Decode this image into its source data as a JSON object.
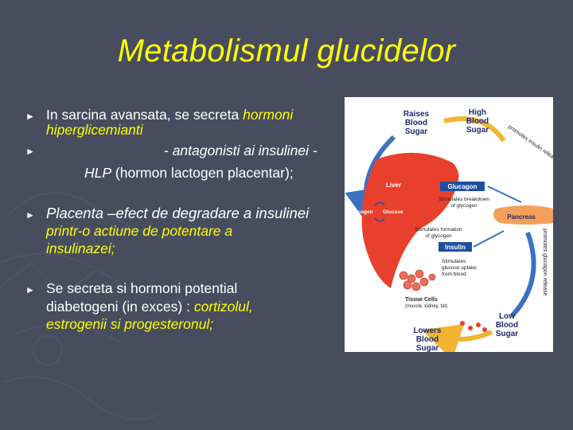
{
  "slide": {
    "title": "Metabolismul glucidelor",
    "bullets": [
      {
        "marker": "►",
        "line1_normal": "In sarcina avansata, se secreta ",
        "line1_italic": "hormoni",
        "line2_italic": "hiperglicemianti"
      },
      {
        "marker": "►",
        "line1_normal": "- ",
        "line1_italic": "antagonisti ai insulinei -",
        "line2_italic": "HLP",
        "line2_normal": " (hormon lactogen placentar);"
      },
      {
        "marker": "►",
        "line1": "Placenta –efect de degradare a insulinei",
        "line2": "printr-o actiune de potentare a",
        "line3": "insulinazei;"
      },
      {
        "marker": "►",
        "line1": " Se secreta  si hormoni potential",
        "line2_normal": "diabetogeni (in exces) : ",
        "line2_italic": "cortizolul,",
        "line3": "estrogenii si progesteronul;"
      }
    ]
  },
  "figure": {
    "raises_1": "Raises",
    "raises_2": "Blood",
    "raises_3": "Sugar",
    "high_1": "High",
    "high_2": "Blood",
    "high_3": "Sugar",
    "promotes_insulin_release": "promotes insulin release",
    "promotes_glucagon_release": "promotes glucagon release",
    "liver": "Liver",
    "glucagon": "Glucagon",
    "stim_breakdown_1": "Stimulates breakdown",
    "stim_breakdown_2": "of glycogen",
    "glycogen": "Glycogen",
    "glucose": "Glucose",
    "pancreas": "Pancreas",
    "stim_formation_1": "Stimulates formation",
    "stim_formation_2": "of glycogen",
    "insulin": "Insulin",
    "stim_uptake_1": "Stimulates",
    "stim_uptake_2": "glucose uptake",
    "stim_uptake_3": "from blood",
    "tissue_1": "Tissue Cells",
    "tissue_2": "(muscle, kidney, fat)",
    "lowers_1": "Lowers",
    "lowers_2": "Blood",
    "lowers_3": "Sugar",
    "low_1": "Low",
    "low_2": "Blood",
    "low_3": "Sugar",
    "colors": {
      "background": "#474d5f",
      "title": "#ffff00",
      "liver": "#e8402c",
      "pancreas": "#f4a05a",
      "cycle_arrow": "#f2b531",
      "hormone_arrow": "#3a72c0",
      "label_box": "#1f4fa3"
    }
  }
}
